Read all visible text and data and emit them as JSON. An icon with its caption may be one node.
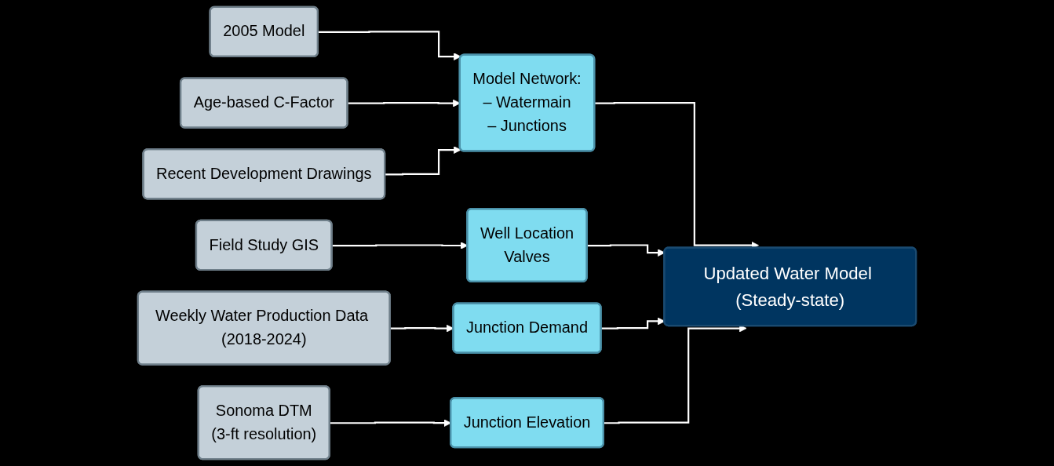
{
  "diagram": {
    "nodes": [
      {
        "text": [
          "2005 Model"
        ]
      },
      {
        "text": [
          "Age-based C-Factor"
        ]
      },
      {
        "text": [
          "Recent Development Drawings"
        ]
      },
      {
        "text": [
          "Model Network:",
          "– Watermain",
          "– Junctions"
        ]
      },
      {
        "text": [
          "Field Study GIS"
        ]
      },
      {
        "text": [
          "Well Location",
          "Valves"
        ]
      },
      {
        "text": [
          "Weekly Water Production Data (2018-2024)"
        ]
      },
      {
        "text": [
          "Junction Demand"
        ]
      },
      {
        "text": [
          "Sonoma DTM",
          "(3-ft resolution)"
        ]
      },
      {
        "text": [
          "Junction Elevation"
        ]
      },
      {
        "text": [
          "Updated Water Model (Steady-state)"
        ]
      }
    ],
    "edges": [
      {
        "from": 0,
        "to": 3,
        "arrow": "to"
      },
      {
        "from": 1,
        "to": 3,
        "arrow": "to"
      },
      {
        "from": 2,
        "to": 3,
        "arrow": "to"
      },
      {
        "from": 4,
        "to": 5,
        "arrow": "to"
      },
      {
        "from": 6,
        "to": 7,
        "arrow": "to"
      },
      {
        "from": 8,
        "to": 9,
        "arrow": "to"
      },
      {
        "from": 3,
        "to": 10,
        "arrow": "to"
      },
      {
        "from": 5,
        "to": 10,
        "arrow": "to"
      },
      {
        "from": 7,
        "to": 10,
        "arrow": "to"
      },
      {
        "from": 9,
        "to": 10,
        "arrow": "to"
      }
    ]
  }
}
